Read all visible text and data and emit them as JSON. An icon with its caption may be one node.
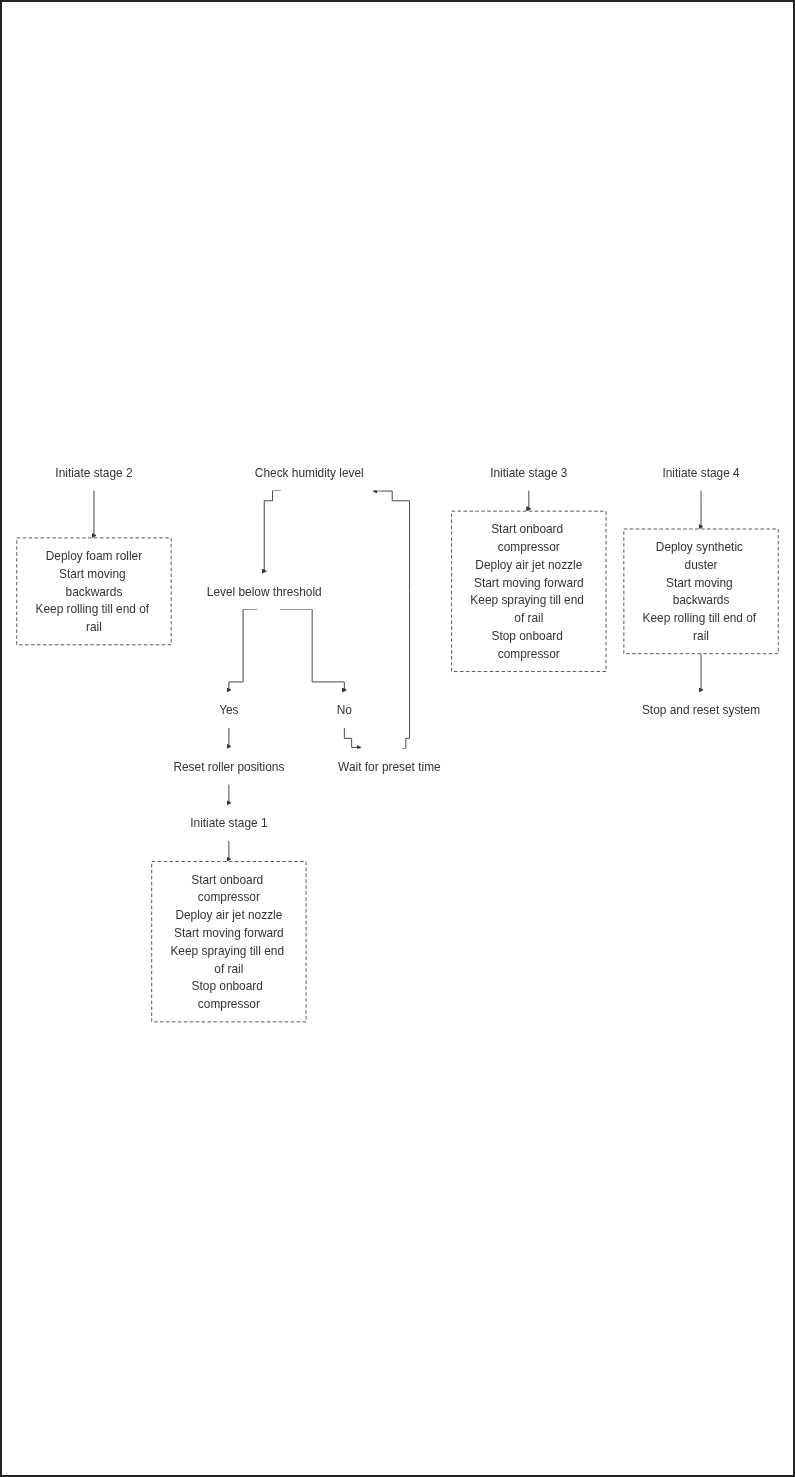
{
  "diagram": {
    "nodes": [
      {
        "text": [
          "Check humidity level"
        ]
      },
      {
        "text": [
          "Level below threshold"
        ]
      },
      {
        "text": [
          "Yes"
        ]
      },
      {
        "text": [
          "No"
        ]
      },
      {
        "text": [
          "Wait for preset time"
        ]
      },
      {
        "text": [
          "Reset roller positions"
        ]
      },
      {
        "text": [
          "Initiate stage 1"
        ]
      },
      {
        "text": [
          "Start onboard compressor",
          "Deploy air jet nozzle",
          "Start moving forward",
          "Keep spraying till end of rail",
          "Stop onboard compressor"
        ]
      },
      {
        "text": [
          "Initiate stage 2"
        ]
      },
      {
        "text": [
          "Deploy foam roller",
          "Start moving backwards",
          "Keep rolling till end of rail"
        ]
      },
      {
        "text": [
          "Initiate stage 3"
        ]
      },
      {
        "text": [
          "Start onboard compressor",
          "Deploy air jet nozzle",
          "Start moving forward",
          "Keep spraying till end of rail",
          "Stop onboard compressor"
        ]
      },
      {
        "text": [
          "Initiate stage 4"
        ]
      },
      {
        "text": [
          "Deploy synthetic duster",
          "Start moving backwards",
          "Keep rolling till end of rail"
        ]
      },
      {
        "text": [
          "Stop and reset system"
        ]
      }
    ],
    "edges": [
      {
        "from": 0,
        "to": 1,
        "arrow": "to"
      },
      {
        "from": 1,
        "to": 2,
        "arrow": "to"
      },
      {
        "from": 1,
        "to": 3,
        "arrow": "to"
      },
      {
        "from": 3,
        "to": 4,
        "arrow": "to"
      },
      {
        "from": 4,
        "to": 0,
        "arrow": "to"
      },
      {
        "from": 2,
        "to": 5,
        "arrow": "to"
      },
      {
        "from": 5,
        "to": 6,
        "arrow": "to"
      },
      {
        "from": 6,
        "to": 7,
        "arrow": "to"
      },
      {
        "from": 8,
        "to": 9,
        "arrow": "to"
      },
      {
        "from": 10,
        "to": 11,
        "arrow": "to"
      },
      {
        "from": 12,
        "to": 13,
        "arrow": "to"
      },
      {
        "from": 13,
        "to": 14,
        "arrow": "to"
      }
    ]
  }
}
